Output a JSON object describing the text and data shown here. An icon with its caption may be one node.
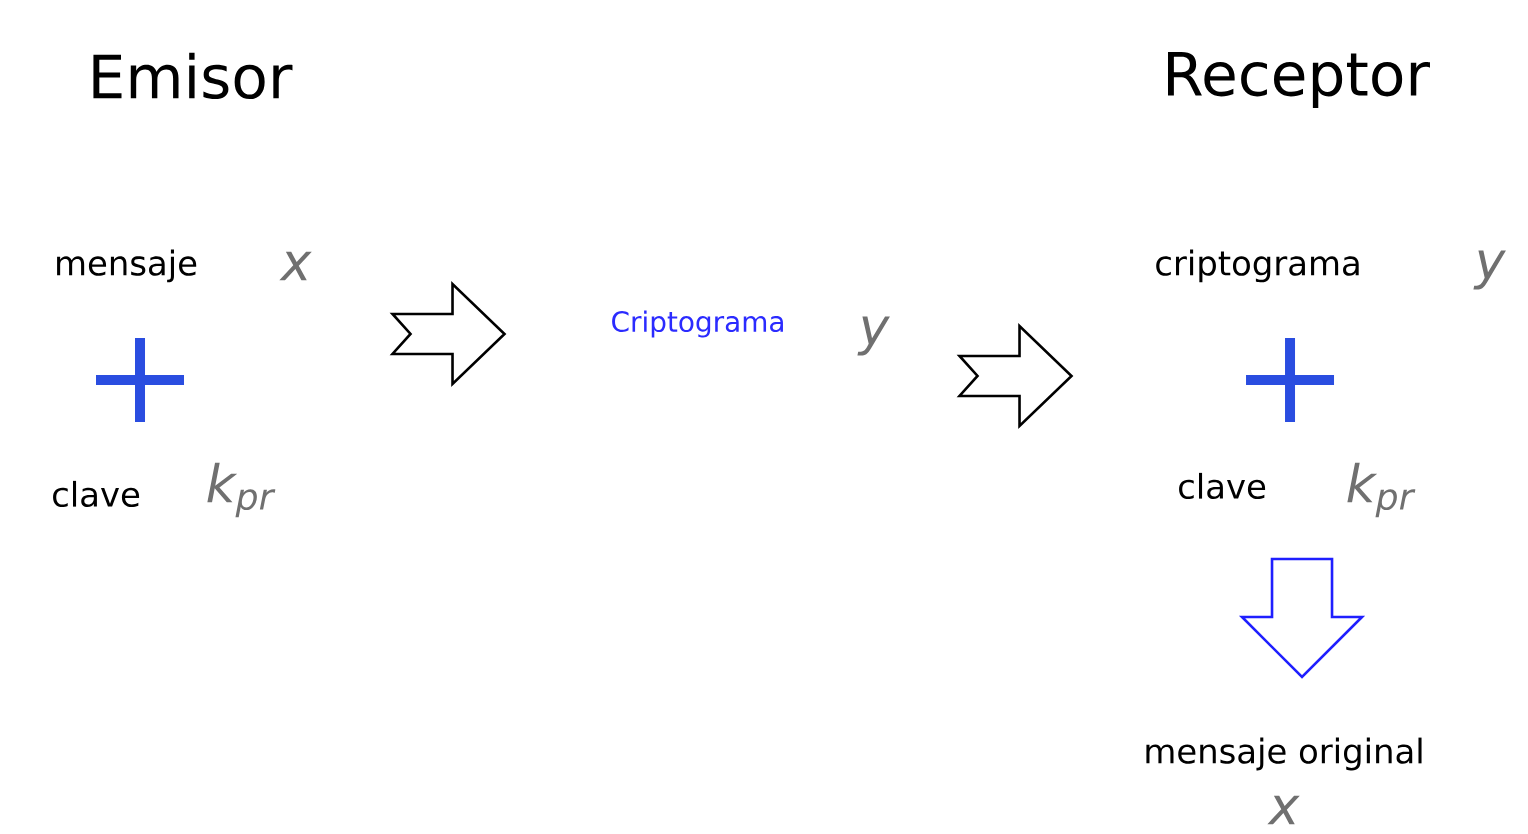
{
  "diagram": {
    "nodes": [
      {
        "text": [
          "mensaje",
          "x",
          "clave",
          "k$_{pr}$"
        ]
      },
      {
        "text": [
          "Criptograma",
          "y"
        ]
      },
      {
        "text": [
          "criptograma",
          "y",
          "clave",
          "k$_{pr}$"
        ]
      },
      {
        "text": [
          "mensaje original",
          "x"
        ]
      }
    ],
    "edges": [
      {
        "from": 0,
        "to": 1,
        "arrow": "to"
      },
      {
        "from": 1,
        "to": 2,
        "arrow": "to"
      },
      {
        "from": 2,
        "to": 3,
        "arrow": "to",
        "color": "#1f1fff"
      }
    ],
    "labels": [
      "Emisor",
      "Receptor"
    ]
  }
}
